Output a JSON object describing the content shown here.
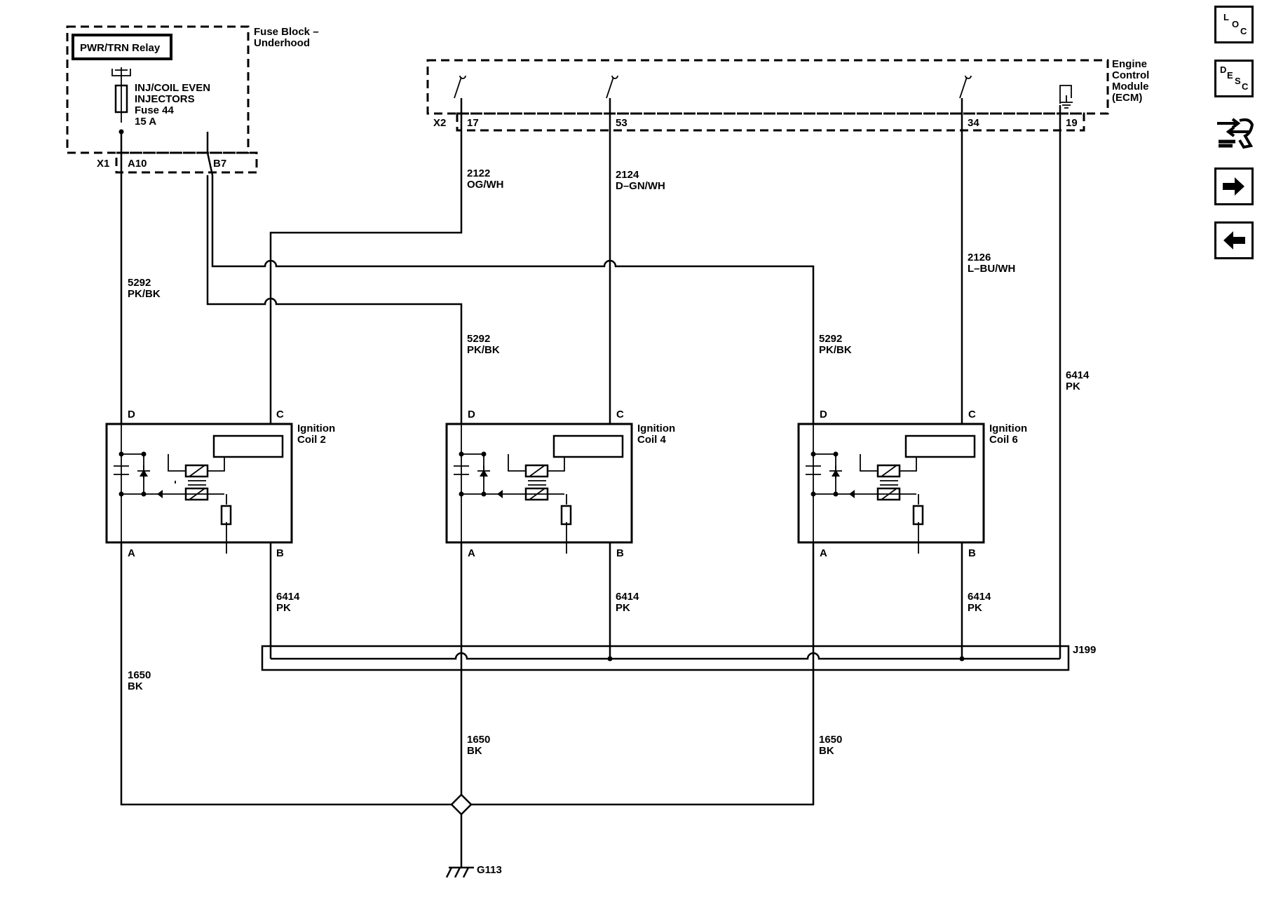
{
  "fuse_block": {
    "title_line1": "Fuse Block –",
    "title_line2": "Underhood",
    "relay_label": "PWR/TRN Relay",
    "fuse_line1": "INJ/COIL EVEN",
    "fuse_line2": "INJECTORS",
    "fuse_line3": "Fuse 44",
    "fuse_line4": "15 A",
    "connector": "X1",
    "pin_a": "A10",
    "pin_b": "B7"
  },
  "ecm": {
    "title_line1": "Engine",
    "title_line2": "Control",
    "title_line3": "Module",
    "title_line4": "(ECM)",
    "connector": "X2",
    "pins": [
      "17",
      "53",
      "34",
      "19"
    ]
  },
  "wires": {
    "w2122_num": "2122",
    "w2122_color": "OG/WH",
    "w2124_num": "2124",
    "w2124_color": "D–GN/WH",
    "w2126_num": "2126",
    "w2126_color": "L–BU/WH",
    "w5292_num": "5292",
    "w5292_color": "PK/BK",
    "w6414_num": "6414",
    "w6414_color": "PK",
    "w1650_num": "1650",
    "w1650_color": "BK"
  },
  "coils": [
    {
      "name_line1": "Ignition",
      "name_line2": "Coil 2",
      "pin_d": "D",
      "pin_c": "C",
      "pin_a": "A",
      "pin_b": "B"
    },
    {
      "name_line1": "Ignition",
      "name_line2": "Coil 4",
      "pin_d": "D",
      "pin_c": "C",
      "pin_a": "A",
      "pin_b": "B"
    },
    {
      "name_line1": "Ignition",
      "name_line2": "Coil 6",
      "pin_d": "D",
      "pin_c": "C",
      "pin_a": "A",
      "pin_b": "B"
    }
  ],
  "splice": "J199",
  "ground": "G113",
  "nav": {
    "loc_icon": "loc-icon",
    "desc_icon": "desc-icon",
    "connector_icon": "connector-wrench-icon",
    "next_icon": "arrow-right-icon",
    "prev_icon": "arrow-left-icon"
  }
}
